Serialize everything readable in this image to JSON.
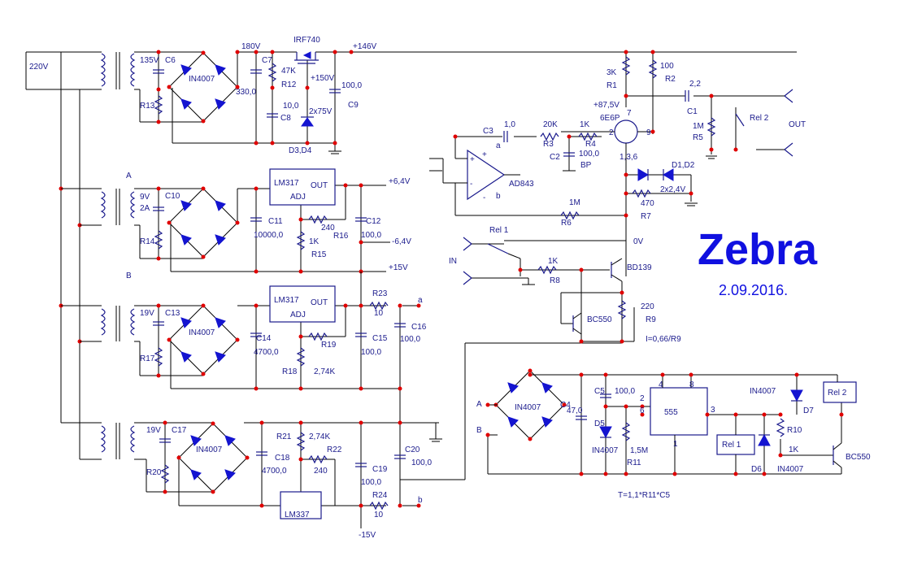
{
  "title": {
    "name": "Zebra",
    "date": "2.09.2016."
  },
  "labels": {
    "mains": "220V",
    "v135": "135V",
    "v180": "180V",
    "v146": "+146V",
    "v150": "+150V",
    "v9": "9V",
    "a2": "2A",
    "v19a": "19V",
    "v19b": "19V",
    "v64p": "+6,4V",
    "v64n": "-6,4V",
    "v15p": "+15V",
    "v15n": "-15V",
    "v875": "+87,5V",
    "v0": "0V",
    "A1": "A",
    "B1": "B",
    "A2": "A",
    "B2": "B",
    "na": "a",
    "nb": "b",
    "out": "OUT",
    "in": "IN",
    "adj1": "ADJ",
    "adj2": "ADJ",
    "in1": "IN",
    "in2": "IN",
    "out1": "OUT",
    "out2": "OUT",
    "pa": "a",
    "pb": "b",
    "plus": "+",
    "minus": "-",
    "current": "I=0,66/R9",
    "timer": "T=1,1*R11*C5",
    "pin7": "7",
    "pin2": "2",
    "pin9": "9",
    "pin136": "1,3,6",
    "p4": "4",
    "p8": "8",
    "p2": "2",
    "p6": "6",
    "p3": "3",
    "p1": "1"
  },
  "components": {
    "C6": "C6",
    "C7": "C7",
    "C8": "C8",
    "C9": "C9",
    "C9v": "100,0",
    "C8v": "10,0",
    "C7v": "330,0",
    "R12": "R12",
    "R12v": "47K",
    "R13": "R13",
    "IRF": "IRF740",
    "D34": "D3,D4",
    "D34v": "2x75V",
    "BR1": "IN4007",
    "BR3": "IN4007",
    "BR4": "IN4007",
    "BR5": "IN4007",
    "C10": "C10",
    "C11": "C11",
    "C11v": "10000,0",
    "C12": "C12",
    "C12v": "100,0",
    "R14": "R14",
    "R15": "R15",
    "R15v": "1K",
    "R16": "R16",
    "R16v": "240",
    "LM1": "LM317",
    "C13": "C13",
    "C14": "C14",
    "C14v": "4700,0",
    "C15": "C15",
    "C15v": "100,0",
    "C16": "C16",
    "C16v": "100,0",
    "R17": "R17",
    "R18": "R18",
    "R18v": "2,74K",
    "R19": "R19",
    "R19v": "240",
    "R23": "R23",
    "R23v": "10",
    "LM2": "LM317",
    "C17": "C17",
    "C18": "C18",
    "C18v": "4700,0",
    "C19": "C19",
    "C19v": "100,0",
    "C20": "C20",
    "C20v": "100,0",
    "R20": "R20",
    "R21": "R21",
    "R21v": "2,74K",
    "R22": "R22",
    "R22v": "240",
    "R24": "R24",
    "R24v": "10",
    "LM3": "LM337",
    "R1": "R1",
    "R1v": "3K",
    "R2": "R2",
    "R2v": "100",
    "C1": "C1",
    "C1v": "2,2",
    "R5": "R5",
    "R5v": "1M",
    "Rel2a": "Rel 2",
    "tube": "6E6P",
    "C3": "C3",
    "C3v": "1,0",
    "R3": "R3",
    "R3v": "20K",
    "R4": "R4",
    "R4v": "1K",
    "C2": "C2",
    "C2v": "100,0",
    "C2t": "BP",
    "opamp": "AD843",
    "R6": "R6",
    "R6v": "1M",
    "R7": "R7",
    "R7v": "470",
    "D12": "D1,D2",
    "D12v": "2x2,4V",
    "Rel1a": "Rel 1",
    "R8": "R8",
    "R8v": "1K",
    "BD139": "BD139",
    "BC550a": "BC550",
    "R9": "R9",
    "R9v": "220",
    "C4": "C4",
    "C5": "C5",
    "C5v": "100,0",
    "C47": "47,0",
    "D5": "D5",
    "D5v": "IN4007",
    "R11": "R11",
    "R11v": "1,5M",
    "ic555": "555",
    "Rel1b": "Rel 1",
    "D6": "D6",
    "D6v": "IN4007",
    "D7": "D7",
    "D7v": "IN4007",
    "R10": "R10",
    "R10v": "1K",
    "Rel2b": "Rel 2",
    "BC550b": "BC550"
  }
}
